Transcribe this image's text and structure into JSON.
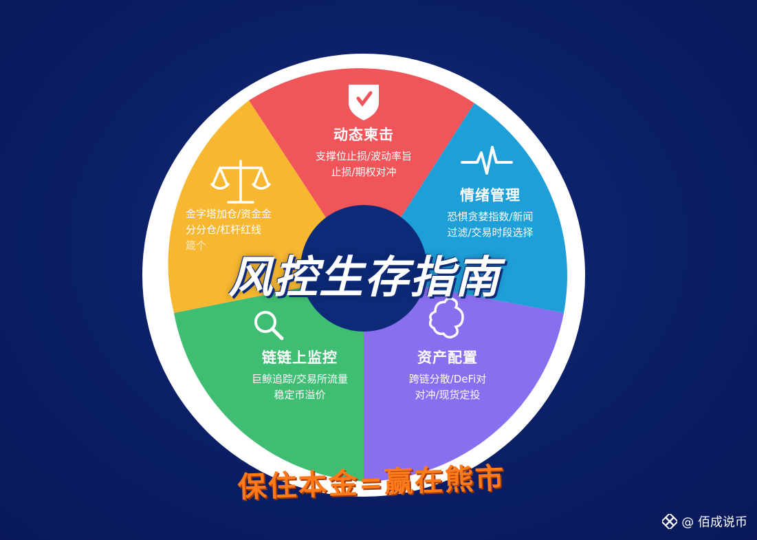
{
  "center_title": "风控生存指南",
  "footer": "保住本金=赢在熊市",
  "watermark": "@ 佰成说币",
  "segments": {
    "top": {
      "title": "动态柬击",
      "desc": [
        "支撑位止损/波动率旨",
        "止损/期权对冲"
      ],
      "color": "#f0555a",
      "icon": "shield-icon"
    },
    "right": {
      "title": "情绪管理",
      "desc": [
        "恐惧贪婪指数/新闻",
        "过滤/交易时段选择"
      ],
      "color": "#1e9fd8",
      "icon": "heartbeat-icon"
    },
    "bottom_right": {
      "title": "资产配置",
      "desc": [
        "跨链分散/DeFi对",
        "对冲/现货定投"
      ],
      "color": "#8a6ef0",
      "icon": "puzzle-icon"
    },
    "bottom_left": {
      "title": "链链上监控",
      "desc": [
        "巨鲸追踪/交易所流量",
        "稳定币溢价"
      ],
      "color": "#3fbe73",
      "icon": "magnifier-icon"
    },
    "left": {
      "title": "",
      "desc": [
        "金字塔加仓/资金金",
        "分分仓/杠杆红线",
        "箴个"
      ],
      "color": "#f7b731",
      "icon": "scale-icon"
    }
  }
}
